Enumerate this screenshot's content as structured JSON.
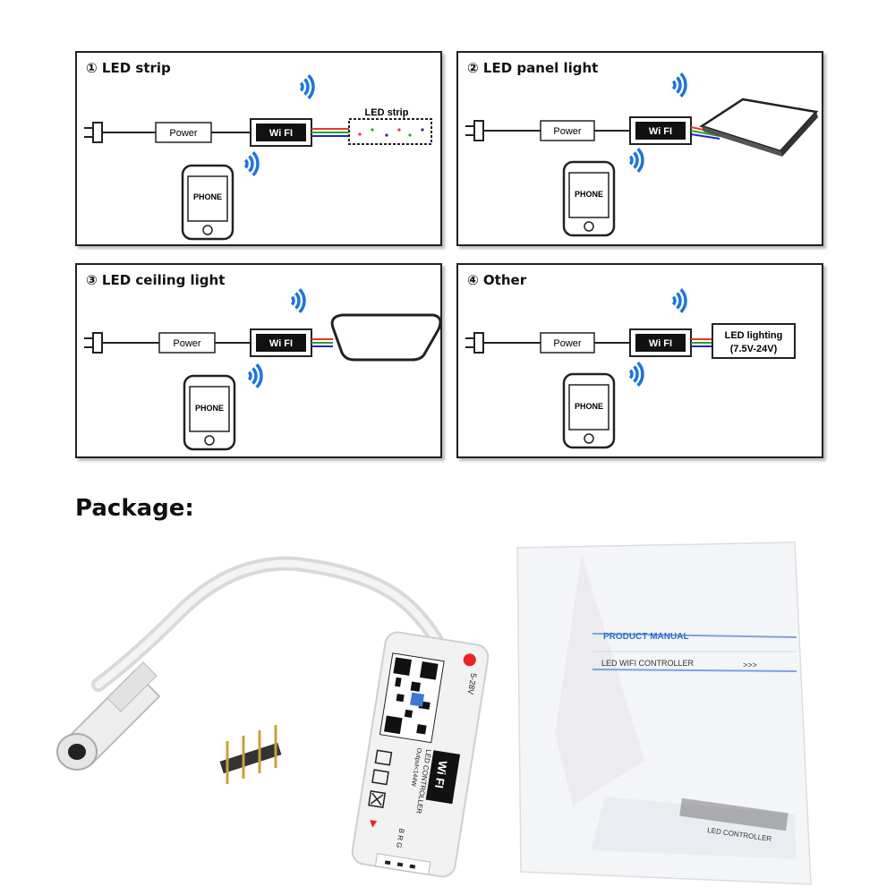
{
  "panels": [
    {
      "title": "① LED strip",
      "power_label": "Power",
      "wifi_label": "Wi FI",
      "phone_label": "PHONE",
      "load_label": "LED strip"
    },
    {
      "title": "② LED panel light",
      "power_label": "Power",
      "wifi_label": "Wi FI",
      "phone_label": "PHONE"
    },
    {
      "title": "③ LED ceiling light",
      "power_label": "Power",
      "wifi_label": "Wi FI",
      "phone_label": "PHONE"
    },
    {
      "title": "④ Other",
      "power_label": "Power",
      "wifi_label": "Wi FI",
      "phone_label": "PHONE",
      "load_label_line1": "LED lighting",
      "load_label_line2": "(7.5V-24V)"
    }
  ],
  "package": {
    "title": "Package:",
    "controller_voltage": "5-28V",
    "controller_brand": "Wi FI",
    "controller_label": "LED CONTROLLER",
    "controller_output": "Output<144W",
    "controller_pins": "B R G",
    "manual_title": "PRODUCT MANUAL",
    "manual_subtitle": "LED WIFI CONTROLLER",
    "manual_arrows": ">>>",
    "manual_bottom_label": "LED CONTROLLER"
  },
  "colors": {
    "wifi_blue": "#1a73e8",
    "manual_blue": "#2a6fd1",
    "frame": "#222222"
  }
}
